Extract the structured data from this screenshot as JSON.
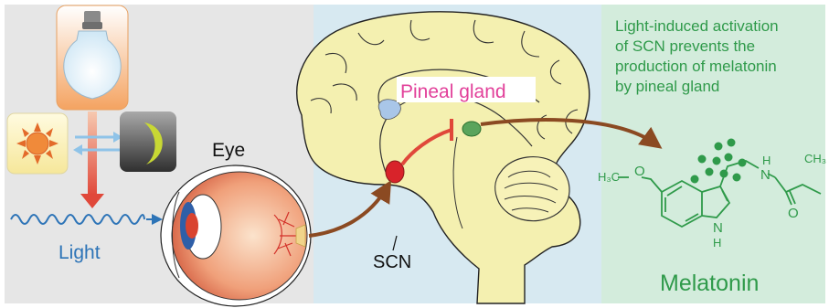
{
  "labels": {
    "light": "Light",
    "eye": "Eye",
    "pineal_gland": "Pineal gland",
    "scn": "SCN",
    "melatonin": "Melatonin",
    "note_lines": [
      "Light-induced activation",
      "of SCN prevents the",
      "production of melatonin",
      "by pineal gland"
    ]
  },
  "molecule_atoms": {
    "h3c": "H₃C",
    "o_ether": "O",
    "n_amide": "N",
    "h_amide": "H",
    "n_indole": "N",
    "h_indole": "H",
    "o_carbonyl": "O",
    "ch3": "CH₃"
  },
  "colors": {
    "left_panel": "#e6e6e6",
    "brain_panel": "#d7e9f1",
    "right_panel": "#d3ecdc",
    "brown_arrow": "#8b4a22",
    "red_arrow": "#e0483a",
    "light_blue": "#2d74b7",
    "pineal_label": "#e2409a",
    "melatonin_green": "#2f9a4a"
  }
}
